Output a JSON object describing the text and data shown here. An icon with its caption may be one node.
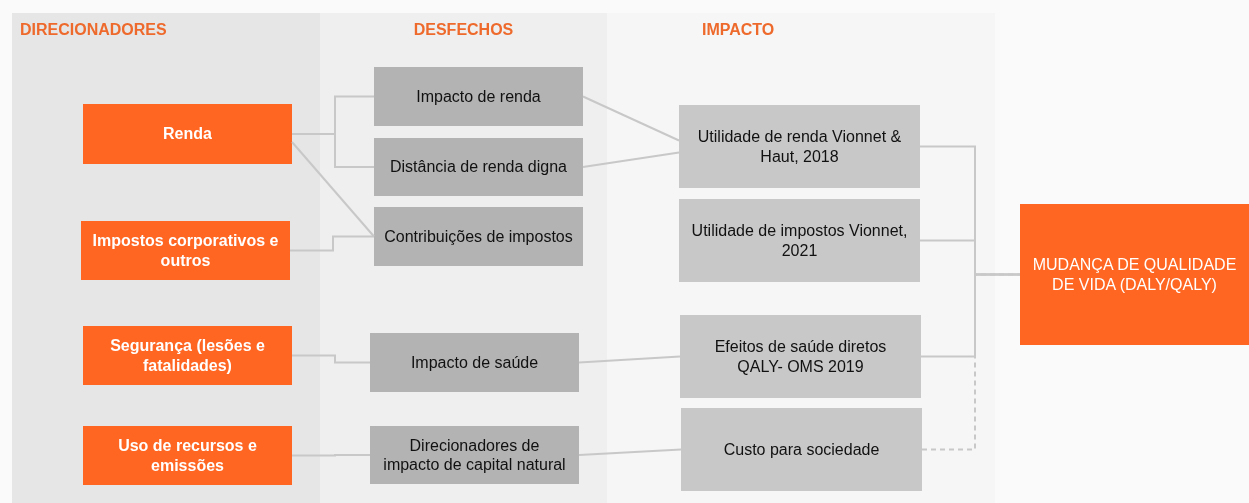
{
  "diagram": {
    "nodes": [
      {
        "text": [
          "DIRECIONADORES"
        ]
      },
      {
        "text": [
          "DESFECHOS"
        ]
      },
      {
        "text": [
          "IMPACTO"
        ]
      },
      {
        "text": [
          "Renda"
        ],
        "in": 0
      },
      {
        "text": [
          "Impostos corporativos e outros"
        ],
        "in": 0
      },
      {
        "text": [
          "Segurança (lesões e fatalidades)"
        ],
        "in": 0
      },
      {
        "text": [
          "Uso de recursos e emissões"
        ],
        "in": 0
      },
      {
        "text": [
          "Impacto de renda"
        ],
        "in": 1
      },
      {
        "text": [
          "Distância de renda digna"
        ],
        "in": 1
      },
      {
        "text": [
          "Contribuições de impostos"
        ],
        "in": 1
      },
      {
        "text": [
          "Impacto de saúde"
        ],
        "in": 1
      },
      {
        "text": [
          "Direcionadores de impacto de capital natural"
        ],
        "in": 1
      },
      {
        "text": [
          "Utilidade de renda Vionnet & Haut, 2018"
        ],
        "in": 2
      },
      {
        "text": [
          "Utilidade de impostos Vionnet, 2021"
        ],
        "in": 2
      },
      {
        "text": [
          "Efeitos de saúde diretos QALY- OMS 2019"
        ],
        "in": 2
      },
      {
        "text": [
          "Custo para sociedade"
        ],
        "in": 2
      },
      {
        "text": [
          "MUDANÇA DE QUALIDADE DE VIDA (DALY/QALY)"
        ]
      }
    ],
    "edges": [
      {
        "from": 3,
        "to": 7,
        "arrow": "none"
      },
      {
        "from": 3,
        "to": 8,
        "arrow": "none"
      },
      {
        "from": 3,
        "to": 9,
        "arrow": "none"
      },
      {
        "from": 4,
        "to": 9,
        "arrow": "none"
      },
      {
        "from": 5,
        "to": 10,
        "arrow": "none"
      },
      {
        "from": 6,
        "to": 11,
        "arrow": "none"
      },
      {
        "from": 7,
        "to": 12,
        "arrow": "none"
      },
      {
        "from": 8,
        "to": 12,
        "arrow": "none"
      },
      {
        "from": 10,
        "to": 14,
        "arrow": "none"
      },
      {
        "from": 11,
        "to": 15,
        "arrow": "none"
      },
      {
        "from": 12,
        "to": 16,
        "arrow": "none"
      },
      {
        "from": 13,
        "to": 16,
        "arrow": "none"
      },
      {
        "from": 14,
        "to": 16,
        "arrow": "none"
      },
      {
        "from": 15,
        "to": 16,
        "arrow": "none",
        "style": "dashed"
      }
    ]
  }
}
